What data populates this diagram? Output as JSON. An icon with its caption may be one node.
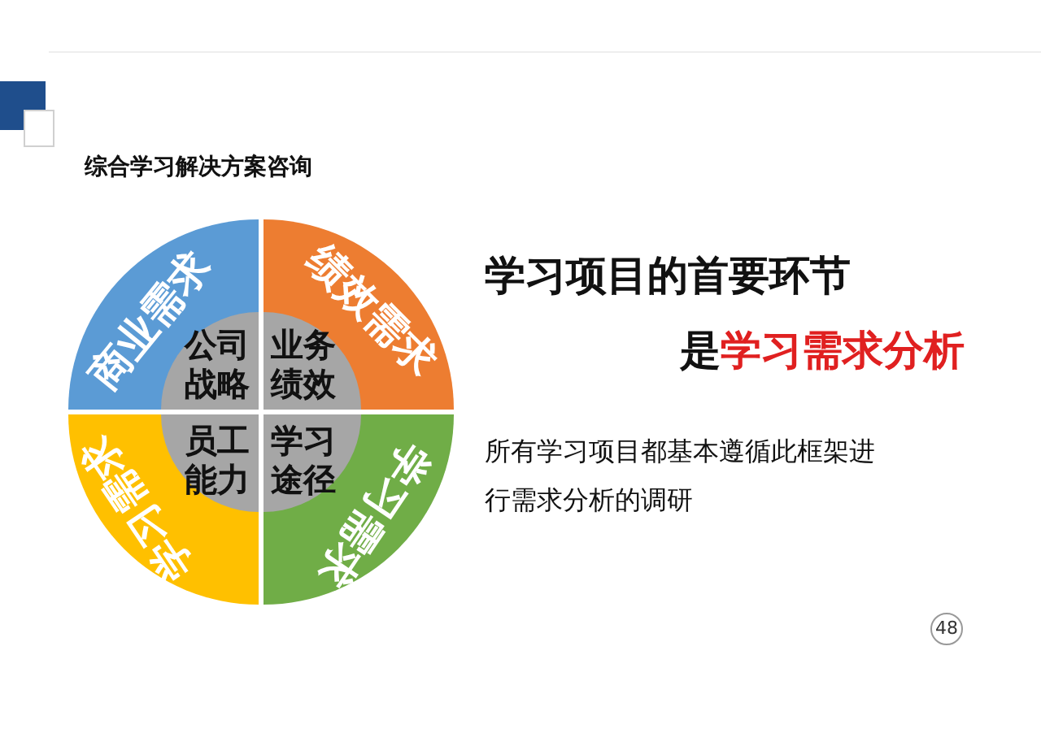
{
  "diagram": {
    "nodes": [
      {
        "text": [
          "商业需求"
        ]
      },
      {
        "text": [
          "绩效需求"
        ]
      },
      {
        "text": [
          "学习需求"
        ]
      },
      {
        "text": [
          "学习需求"
        ]
      },
      {
        "text": [
          "公司战略"
        ],
        "in": 0
      },
      {
        "text": [
          "业务绩效"
        ],
        "in": 1
      },
      {
        "text": [
          "员工能力"
        ],
        "in": 2
      },
      {
        "text": [
          "学习途径"
        ],
        "in": 3
      }
    ],
    "edges": [],
    "labels": [
      "综合学习解决方案咨询",
      "学习项目的首要环节",
      "是",
      "学习需求分析",
      "所有学习项目都基本遵循此框架进行需求分析的调研",
      "48"
    ]
  }
}
